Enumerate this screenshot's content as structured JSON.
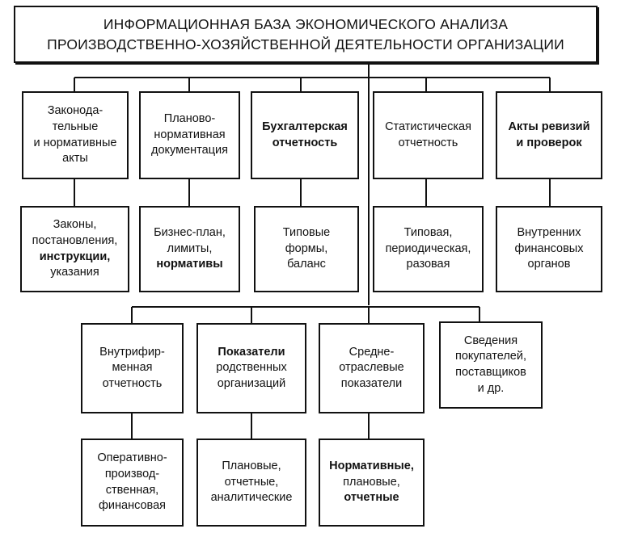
{
  "title": [
    "ИНФОРМАЦИОННАЯ БАЗА ЭКОНОМИЧЕСКОГО АНАЛИЗА",
    "ПРОИЗВОДСТВЕННО-ХОЗЯЙСТВЕННОЙ ДЕЯТЕЛЬНОСТИ ОРГАНИЗАЦИИ"
  ],
  "row1": [
    {
      "lines": [
        "Законода-",
        "тельные",
        "и нормативные",
        "акты"
      ]
    },
    {
      "lines": [
        "Планово-",
        "нормативная",
        "документация"
      ]
    },
    {
      "lines": [
        "Бухгалтерская",
        "отчетность"
      ]
    },
    {
      "lines": [
        "Статистическая",
        "отчетность"
      ]
    },
    {
      "lines": [
        "Акты ревизий",
        "и проверок"
      ]
    }
  ],
  "row2": [
    {
      "lines": [
        "Законы,",
        "постановления,",
        "инструкции,",
        "указания"
      ]
    },
    {
      "lines": [
        "Бизнес-план,",
        "лимиты,",
        "нормативы"
      ]
    },
    {
      "lines": [
        "Типовые",
        "формы,",
        "баланс"
      ]
    },
    {
      "lines": [
        "Типовая,",
        "периодическая,",
        "разовая"
      ]
    },
    {
      "lines": [
        "Внутренних",
        "финансовых",
        "органов"
      ]
    }
  ],
  "row3": [
    {
      "lines": [
        "Внутрифир-",
        "менная",
        "отчетность"
      ]
    },
    {
      "lines": [
        "Показатели",
        "родственных",
        "организаций"
      ]
    },
    {
      "lines": [
        "Средне-",
        "отраслевые",
        "показатели"
      ]
    },
    {
      "lines": [
        "Сведения",
        "покупателей,",
        "поставщиков",
        "и др."
      ]
    }
  ],
  "row4": [
    {
      "lines": [
        "Оперативно-",
        "производ-",
        "ственная,",
        "финансовая"
      ]
    },
    {
      "lines": [
        "Плановые,",
        "отчетные,",
        "аналитические"
      ]
    },
    {
      "lines": [
        "Нормативные,",
        "плановые,",
        "отчетные"
      ]
    }
  ]
}
